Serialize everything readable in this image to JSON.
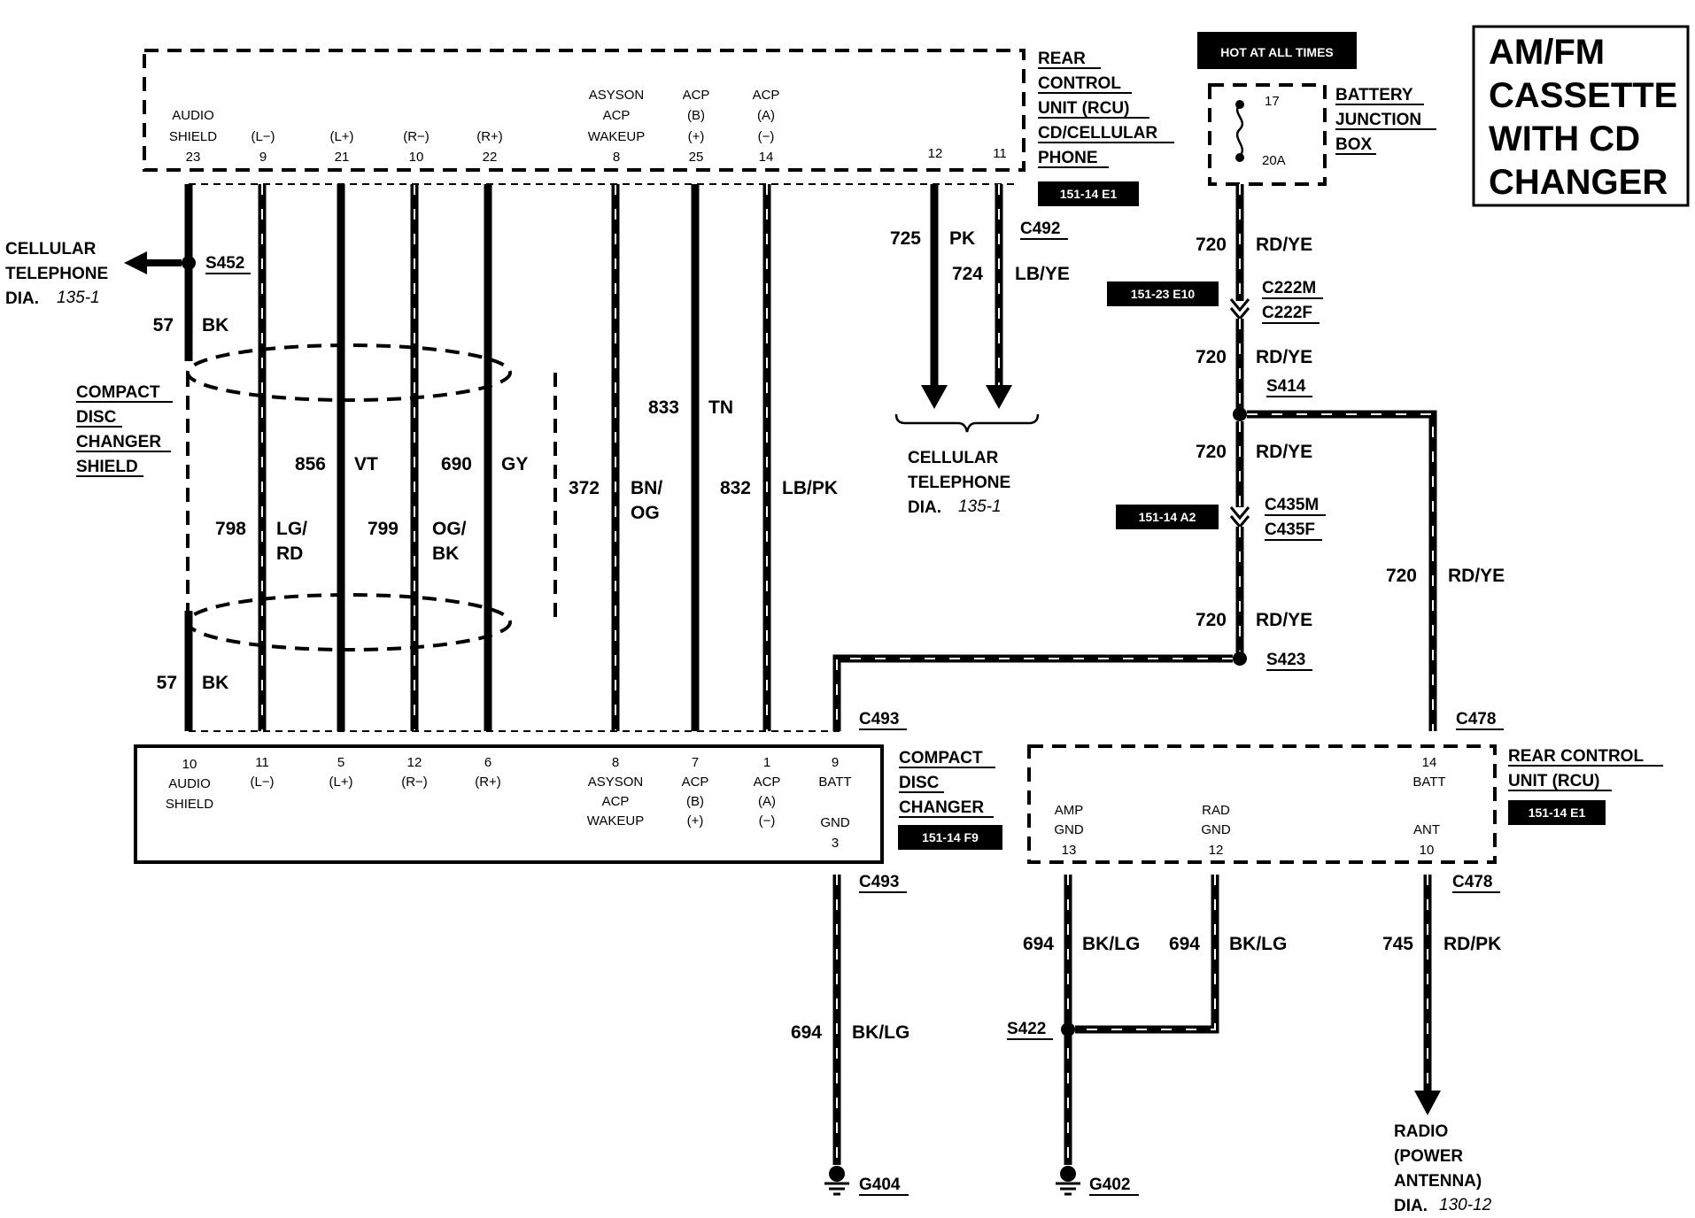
{
  "title": {
    "lines": [
      "AM/FM",
      "CASSETTE",
      "WITH CD",
      "CHANGER"
    ]
  },
  "hot_label": "HOT AT ALL TIMES",
  "rcu_top": {
    "label_lines": [
      "REAR",
      "CONTROL",
      "UNIT (RCU)",
      "CD/CELLULAR",
      "PHONE"
    ],
    "ref": "151-14 E1",
    "pins": [
      {
        "lines": [
          "AUDIO",
          "SHIELD"
        ],
        "num": "23"
      },
      {
        "lines": [
          "(L−)"
        ],
        "num": "9"
      },
      {
        "lines": [
          "(L+)"
        ],
        "num": "21"
      },
      {
        "lines": [
          "(R−)"
        ],
        "num": "10"
      },
      {
        "lines": [
          "(R+)"
        ],
        "num": "22"
      },
      {
        "lines": [
          "ASYSON",
          "ACP",
          "WAKEUP"
        ],
        "num": "8"
      },
      {
        "lines": [
          "ACP",
          "(B)",
          "(+)"
        ],
        "num": "25"
      },
      {
        "lines": [
          "ACP",
          "(A)",
          "(−)"
        ],
        "num": "14"
      },
      {
        "lines": [],
        "num": "12"
      },
      {
        "lines": [],
        "num": "11"
      }
    ]
  },
  "battery_box": {
    "label_lines": [
      "BATTERY",
      "JUNCTION",
      "BOX"
    ],
    "fuse_num": "17",
    "fuse_rating": "20A"
  },
  "cellular_left": {
    "lines": [
      "CELLULAR",
      "TELEPHONE",
      "DIA."
    ],
    "ref": "135-1"
  },
  "cellular_bottom": {
    "lines": [
      "CELLULAR",
      "TELEPHONE",
      "DIA."
    ],
    "ref": "135-1"
  },
  "shield_label": [
    "COMPACT",
    "DISC",
    "CHANGER",
    "SHIELD"
  ],
  "wires": {
    "w57a": {
      "circuit": "57",
      "color": "BK"
    },
    "w57b": {
      "circuit": "57",
      "color": "BK"
    },
    "w798": {
      "circuit": "798",
      "color_lines": [
        "LG/",
        "RD"
      ]
    },
    "w856": {
      "circuit": "856",
      "color": "VT"
    },
    "w799": {
      "circuit": "799",
      "color_lines": [
        "OG/",
        "BK"
      ]
    },
    "w690": {
      "circuit": "690",
      "color": "GY"
    },
    "w372": {
      "circuit": "372",
      "color_lines": [
        "BN/",
        "OG"
      ]
    },
    "w833": {
      "circuit": "833",
      "color": "TN"
    },
    "w832": {
      "circuit": "832",
      "color": "LB/PK"
    },
    "w725": {
      "circuit": "725",
      "color": "PK"
    },
    "w724": {
      "circuit": "724",
      "color": "LB/YE"
    },
    "w720a": {
      "circuit": "720",
      "color": "RD/YE"
    },
    "w720b": {
      "circuit": "720",
      "color": "RD/YE"
    },
    "w720c": {
      "circuit": "720",
      "color": "RD/YE"
    },
    "w720d": {
      "circuit": "720",
      "color": "RD/YE"
    },
    "w720e": {
      "circuit": "720",
      "color": "RD/YE"
    },
    "w694a": {
      "circuit": "694",
      "color": "BK/LG"
    },
    "w694b": {
      "circuit": "694",
      "color": "BK/LG"
    },
    "w694c": {
      "circuit": "694",
      "color": "BK/LG"
    },
    "w745": {
      "circuit": "745",
      "color": "RD/PK"
    }
  },
  "connectors": {
    "s452": "S452",
    "c492": "C492",
    "c222m": "C222M",
    "c222f": "C222F",
    "s414": "S414",
    "c435m": "C435M",
    "c435f": "C435F",
    "s423": "S423",
    "c493a": "C493",
    "c493b": "C493",
    "c478a": "C478",
    "c478b": "C478",
    "s422": "S422",
    "g404": "G404",
    "g402": "G402"
  },
  "refs": {
    "c222": "151-23 E10",
    "c435": "151-14 A2",
    "cdc": "151-14 F9",
    "rcu_bottom": "151-14 E1"
  },
  "cdc": {
    "label_lines": [
      "COMPACT",
      "DISC",
      "CHANGER"
    ],
    "pins": [
      {
        "num": "10",
        "lines": [
          "AUDIO",
          "SHIELD"
        ]
      },
      {
        "num": "11",
        "lines": [
          "(L−)"
        ]
      },
      {
        "num": "5",
        "lines": [
          "(L+)"
        ]
      },
      {
        "num": "12",
        "lines": [
          "(R−)"
        ]
      },
      {
        "num": "6",
        "lines": [
          "(R+)"
        ]
      },
      {
        "num": "8",
        "lines": [
          "ASYSON",
          "ACP",
          "WAKEUP"
        ]
      },
      {
        "num": "7",
        "lines": [
          "ACP",
          "(B)",
          "(+)"
        ]
      },
      {
        "num": "1",
        "lines": [
          "ACP",
          "(A)",
          "(−)"
        ]
      },
      {
        "num": "9",
        "lines": [
          "BATT"
        ]
      }
    ],
    "gnd": {
      "label": "GND",
      "num": "3"
    }
  },
  "rcu_bottom": {
    "label_lines": [
      "REAR CONTROL",
      "UNIT (RCU)"
    ],
    "pins": [
      {
        "lines": [
          "AMP",
          "GND"
        ],
        "num": "13"
      },
      {
        "lines": [
          "RAD",
          "GND"
        ],
        "num": "12"
      },
      {
        "lines": [
          "ANT"
        ],
        "num": "10"
      },
      {
        "lines": [
          "BATT"
        ],
        "num": "14"
      }
    ]
  },
  "radio": {
    "lines": [
      "RADIO",
      "(POWER",
      "ANTENNA)",
      "DIA."
    ],
    "ref": "130-12"
  }
}
